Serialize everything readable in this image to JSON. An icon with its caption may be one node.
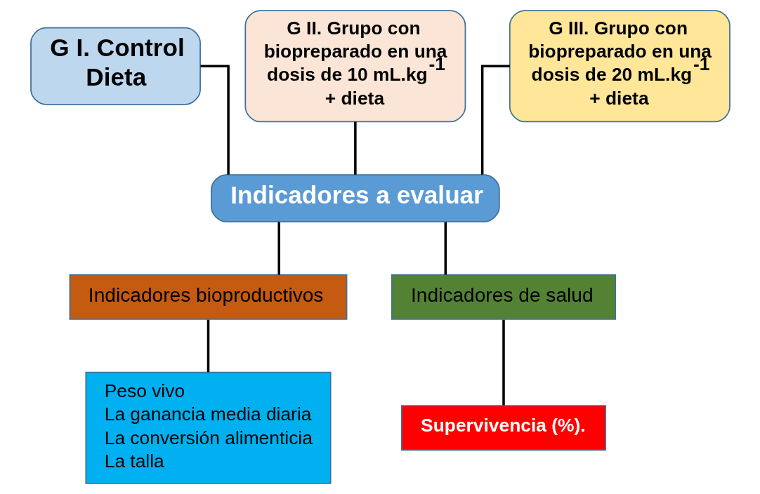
{
  "diagram": {
    "nodes": [
      {
        "text": [
          "G I. Control Dieta"
        ]
      },
      {
        "text": [
          "G II. Grupo con biopreparado en una dosis de 10 mL.kg$^{-1}$ + dieta"
        ]
      },
      {
        "text": [
          "G III. Grupo con biopreparado en una dosis de 20 mL.kg$^{-1}$ + dieta"
        ]
      },
      {
        "text": [
          "Indicadores a evaluar"
        ]
      },
      {
        "text": [
          "Indicadores bioproductivos"
        ]
      },
      {
        "text": [
          "Indicadores de salud"
        ]
      },
      {
        "text": [
          "Peso vivo",
          "La ganancia media diaria",
          "La conversión alimenticia",
          "La talla"
        ]
      },
      {
        "text": [
          "Supervivencia (%)."
        ]
      }
    ],
    "edges": [
      {
        "from": 0,
        "to": 3,
        "arrow": "none"
      },
      {
        "from": 1,
        "to": 3,
        "arrow": "none"
      },
      {
        "from": 2,
        "to": 3,
        "arrow": "none"
      },
      {
        "from": 3,
        "to": 4,
        "arrow": "none"
      },
      {
        "from": 3,
        "to": 5,
        "arrow": "none"
      },
      {
        "from": 4,
        "to": 6,
        "arrow": "none"
      },
      {
        "from": 5,
        "to": 7,
        "arrow": "none"
      }
    ]
  }
}
